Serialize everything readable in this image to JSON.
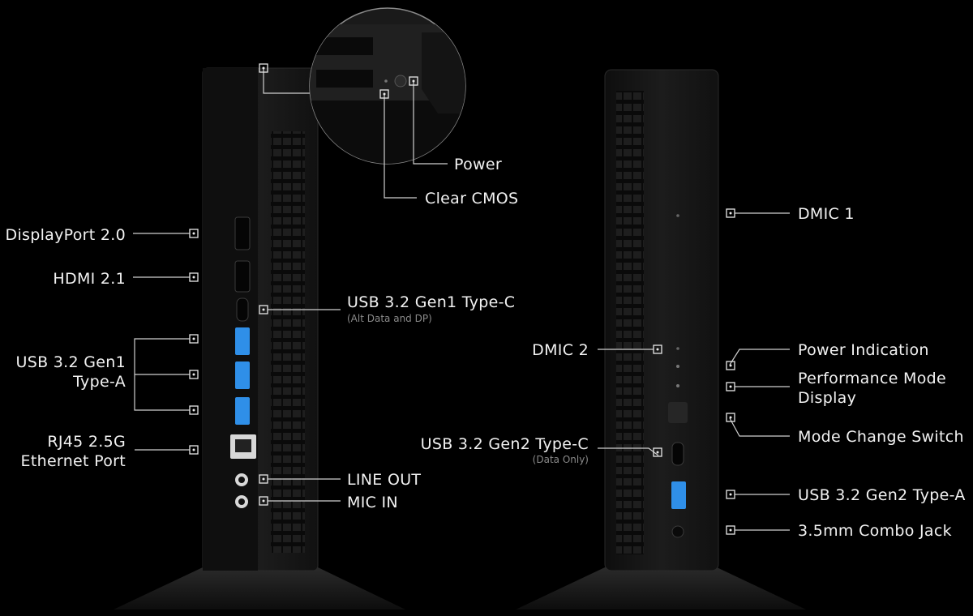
{
  "left_device": {
    "callouts": {
      "power": "Power",
      "clear_cmos": "Clear CMOS",
      "displayport": "DisplayPort 2.0",
      "hdmi": "HDMI 2.1",
      "usbc": "USB 3.2 Gen1 Type-C",
      "usbc_note": "(Alt Data and DP)",
      "usba_line1": "USB 3.2 Gen1",
      "usba_line2": "Type-A",
      "rj45_line1": "RJ45 2.5G",
      "rj45_line2": "Ethernet Port",
      "line_out": "LINE OUT",
      "mic_in": "MIC IN"
    }
  },
  "right_device": {
    "callouts": {
      "dmic1": "DMIC 1",
      "dmic2": "DMIC 2",
      "power_indication": "Power Indication",
      "perf_line1": "Performance Mode",
      "perf_line2": "Display",
      "mode_switch": "Mode Change Switch",
      "usbc_gen2": "USB 3.2 Gen2 Type-C",
      "usbc_gen2_note": "(Data Only)",
      "usba_gen2": "USB 3.2 Gen2 Type-A",
      "combo_jack": "3.5mm Combo Jack"
    }
  },
  "colors": {
    "background": "#000000",
    "chassis": "#141414",
    "usb_blue": "#2f8fe8",
    "leader": "#cfcfcf"
  }
}
